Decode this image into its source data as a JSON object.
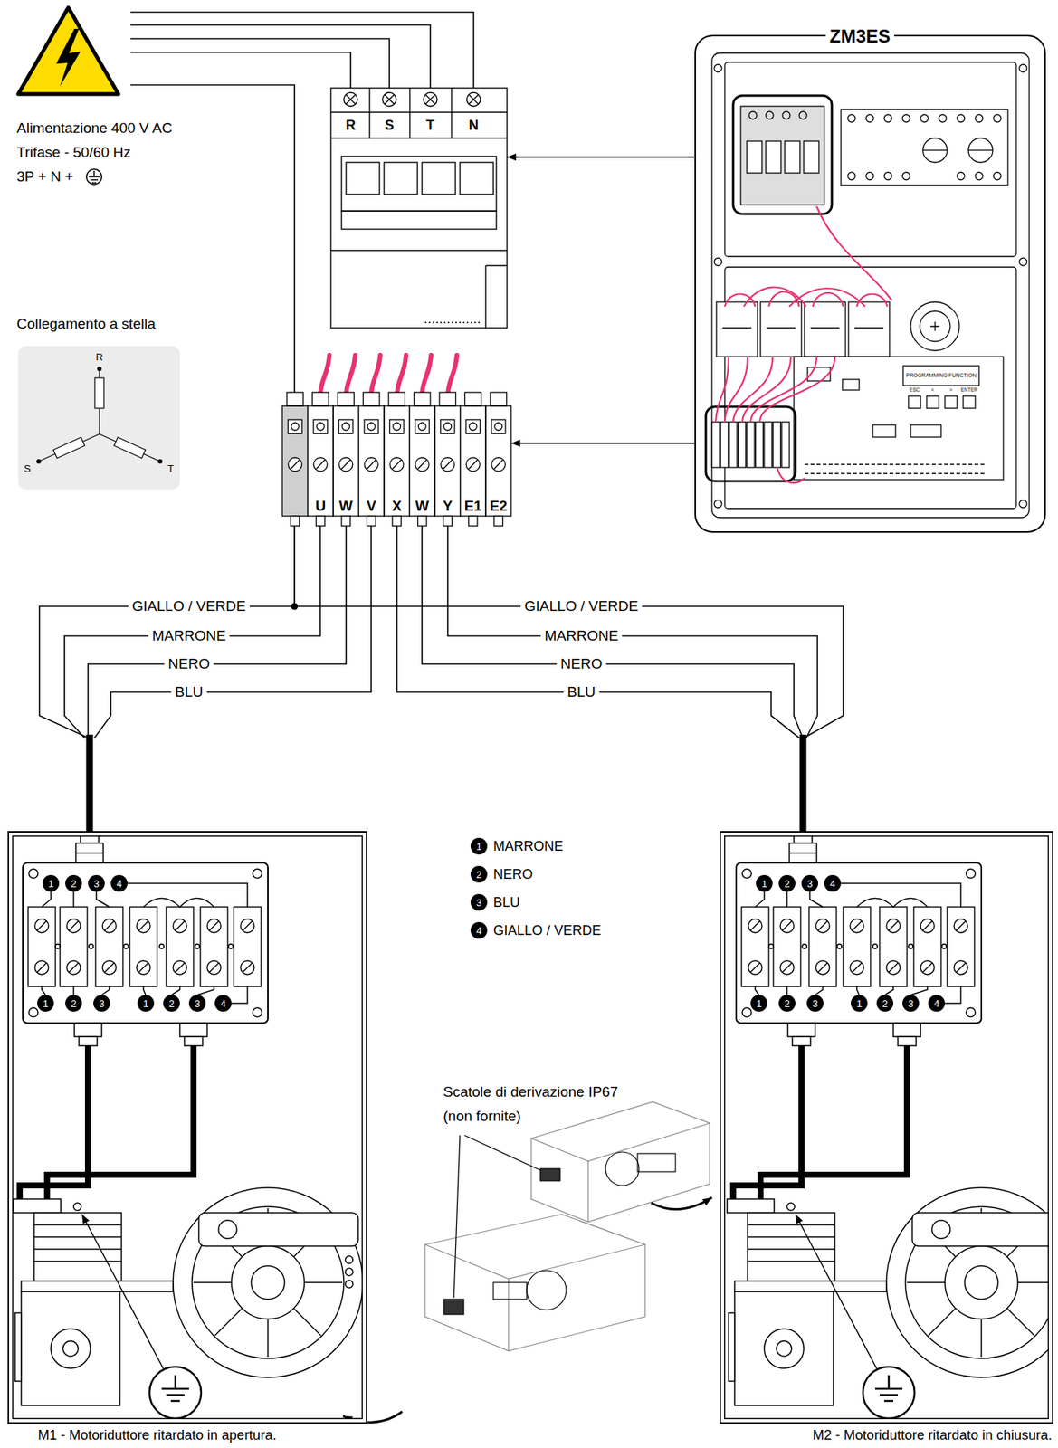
{
  "diagram": {
    "nodes": [
      {
        "text": [
          "R",
          "S",
          "T",
          "N"
        ]
      },
      {
        "text": [
          "ZM3ES"
        ]
      },
      {
        "text": [
          "Collegamento a stella",
          "R",
          "S",
          "T"
        ]
      },
      {
        "text": [
          "U",
          "W",
          "V",
          "X",
          "W",
          "Y",
          "E1",
          "E2"
        ]
      },
      {
        "text": [
          "M1 - Motoriduttore ritardato in apertura."
        ]
      },
      {
        "text": [
          "M2 - Motoriduttore ritardato in chiusura."
        ]
      }
    ],
    "edges": [
      {
        "from": 1,
        "to": 0,
        "arrow": "to"
      },
      {
        "from": 1,
        "to": 3,
        "arrow": "to"
      },
      {
        "from": 3,
        "to": 4,
        "arrow": "none"
      },
      {
        "from": 3,
        "to": 5,
        "arrow": "none"
      }
    ],
    "labels": [
      "Alimentazione 400 V AC",
      "Trifase - 50/60 Hz",
      "3P + N +",
      "GIALLO / VERDE",
      "MARRONE",
      "NERO",
      "BLU",
      "GIALLO / VERDE",
      "MARRONE",
      "NERO",
      "BLU",
      "1",
      "2",
      "3",
      "4",
      "MARRONE",
      "NERO",
      "BLU",
      "GIALLO / VERDE",
      "1",
      "2",
      "3",
      "4",
      "1",
      "2",
      "3",
      "1",
      "2",
      "3",
      "4",
      "1",
      "2",
      "3",
      "4",
      "1",
      "2",
      "3",
      "1",
      "2",
      "3",
      "4",
      "Scatole di derivazione IP67",
      "(non fornite)",
      "PROGRAMMING FUNCTION",
      "ESC",
      "<",
      ">",
      "ENTER"
    ]
  }
}
